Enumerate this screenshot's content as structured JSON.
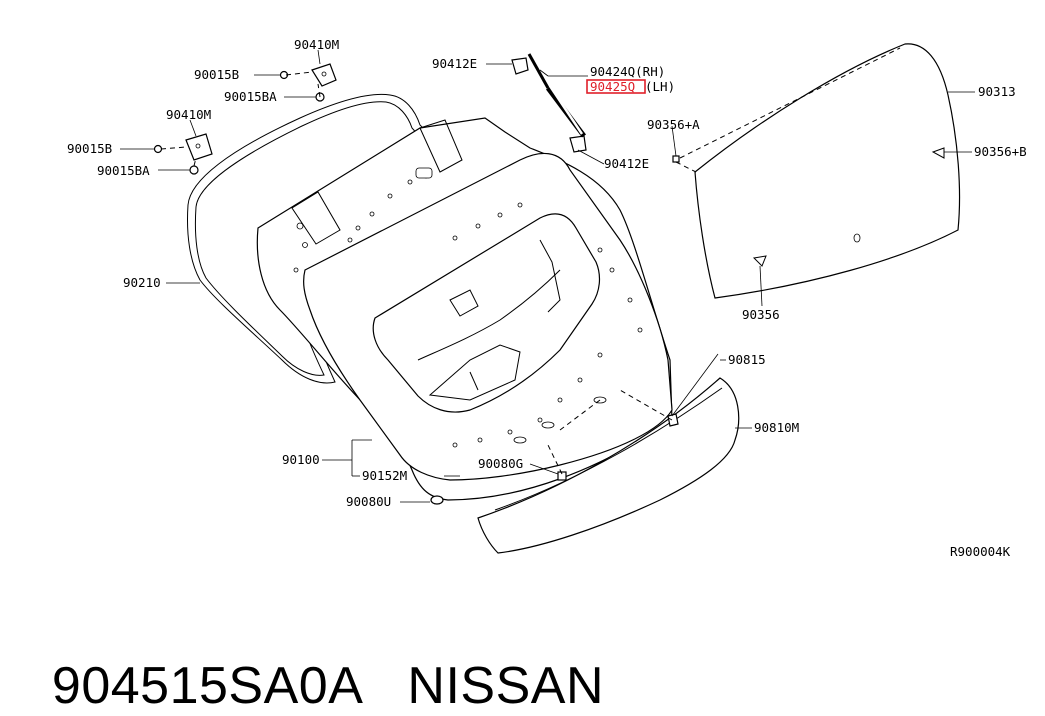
{
  "diagram": {
    "labels": {
      "p90410M_top": "90410M",
      "p90015B_top": "90015B",
      "p90015BA_top": "90015BA",
      "p90410M_left": "90410M",
      "p90015B_left": "90015B",
      "p90015BA_left": "90015BA",
      "p90210": "90210",
      "p90412E_top": "90412E",
      "p90424Q": "90424Q(RH)",
      "p90425Q": "90425Q",
      "p90425Q_suffix": "(LH)",
      "p90412E_mid": "90412E",
      "p90313": "90313",
      "p90356A": "90356+A",
      "p90356B": "90356+B",
      "p90356": "90356",
      "p90815": "90815",
      "p90810M": "90810M",
      "p90100": "90100",
      "p90152M": "90152M",
      "p90080G": "90080G",
      "p90080U": "90080U",
      "ref_code": "R900004K"
    },
    "highlight_color": "#e0202a"
  },
  "footer": {
    "part_number": "904515SA0A",
    "brand": "NISSAN"
  }
}
